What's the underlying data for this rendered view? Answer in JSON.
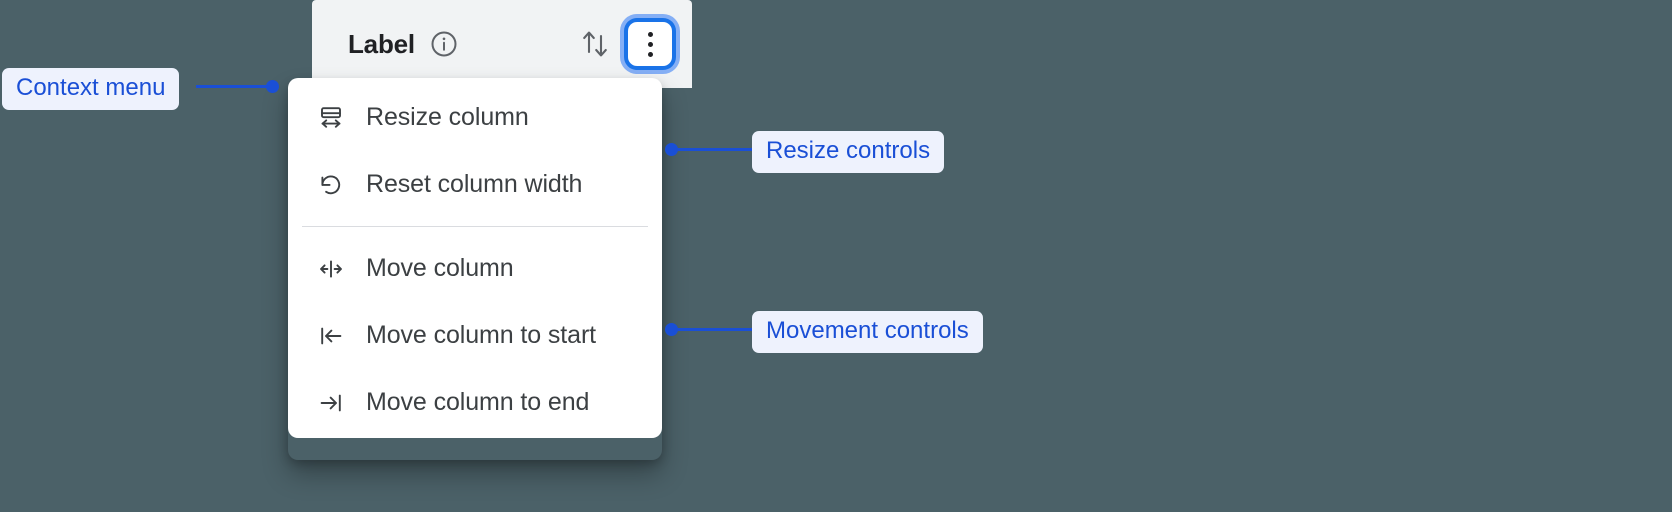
{
  "column_header": {
    "label": "Label",
    "info_icon": "info-circle-icon",
    "sort_icon": "sort-arrows-icon",
    "overflow_button_icon": "three-dots-vertical-icon"
  },
  "context_menu": {
    "groups": [
      {
        "items": [
          {
            "label": "Resize column",
            "icon": "resize-horizontal-icon"
          },
          {
            "label": "Reset column width",
            "icon": "undo-rotate-icon"
          }
        ]
      },
      {
        "items": [
          {
            "label": "Move column",
            "icon": "move-horizontal-icon"
          },
          {
            "label": "Move column to start",
            "icon": "arrow-to-start-icon"
          },
          {
            "label": "Move column to end",
            "icon": "arrow-to-end-icon"
          }
        ]
      }
    ]
  },
  "annotations": [
    {
      "id": "context",
      "text": "Context menu"
    },
    {
      "id": "resize",
      "text": "Resize controls"
    },
    {
      "id": "movement",
      "text": "Movement controls"
    }
  ],
  "colors": {
    "background": "#4b6168",
    "header_panel": "#f1f3f4",
    "menu_panel": "#ffffff",
    "accent_blue": "#1a73e8",
    "annotation_text": "#1a4fd6",
    "annotation_bg": "#eef2fd",
    "menu_text": "#3c4043",
    "divider": "#dadce0"
  }
}
